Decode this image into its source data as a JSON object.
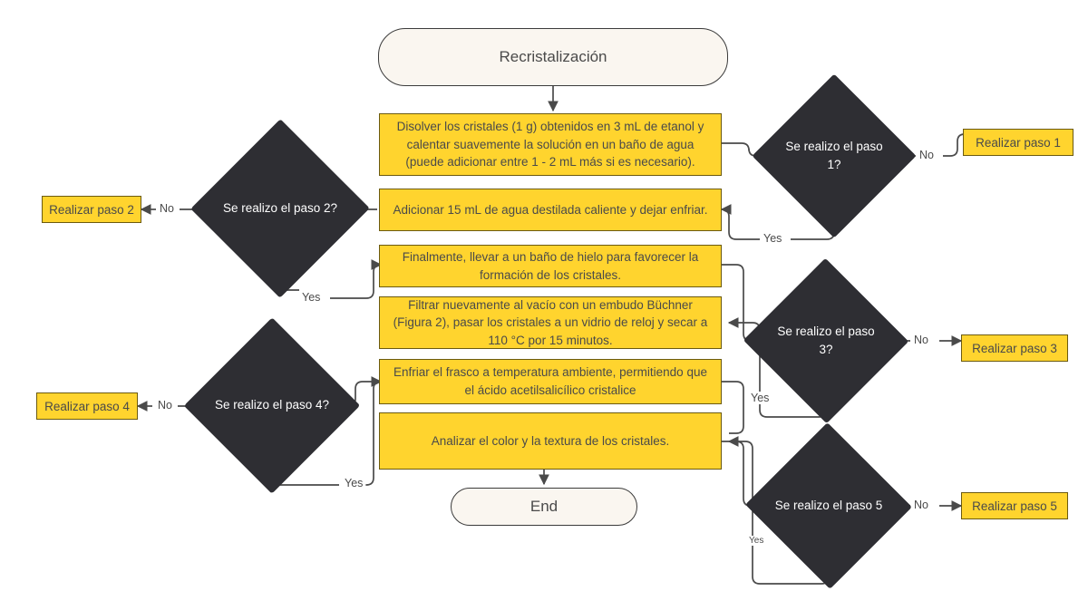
{
  "diagram": {
    "title_node": {
      "label": "Recristalización"
    },
    "end_node": {
      "label": "End"
    },
    "colors": {
      "process_fill": "#ffd42e",
      "process_border": "#6b5a10",
      "decision_fill": "#2e2e33",
      "terminal_fill": "#faf6f0",
      "terminal_border": "#3b3b3b",
      "text": "#4a4a4a",
      "edge": "#4a4a4a",
      "background": "#ffffff"
    },
    "process_steps": [
      {
        "id": "p1",
        "label": "Disolver los cristales (1 g) obtenidos en 3 mL de etanol y calentar suavemente la solución en un baño de agua (puede adicionar entre 1 - 2 mL más si es necesario)."
      },
      {
        "id": "p2",
        "label": "Adicionar 15 mL de agua destilada caliente y dejar enfriar."
      },
      {
        "id": "p3",
        "label": "Finalmente, llevar a un baño de hielo para favorecer la formación de los cristales."
      },
      {
        "id": "p4",
        "label": "Filtrar nuevamente al vacío con un embudo Büchner (Figura 2), pasar los cristales a un vidrio de reloj y secar a 110 °C por 15 minutos."
      },
      {
        "id": "p5",
        "label": "Enfriar el frasco a temperatura ambiente, permitiendo que el ácido acetilsalicílico cristalice"
      },
      {
        "id": "p6",
        "label": "Analizar el color y la textura de los cristales."
      }
    ],
    "decisions": [
      {
        "id": "d1",
        "label": "Se realizo el paso 1?"
      },
      {
        "id": "d2",
        "label": "Se realizo el paso 2?"
      },
      {
        "id": "d3",
        "label": "Se realizo el paso 3?"
      },
      {
        "id": "d4",
        "label": "Se realizo el paso 4?"
      },
      {
        "id": "d5",
        "label": "Se realizo el paso 5"
      }
    ],
    "actions": [
      {
        "id": "a1",
        "label": "Realizar paso 1"
      },
      {
        "id": "a2",
        "label": "Realizar paso 2"
      },
      {
        "id": "a3",
        "label": "Realizar paso 3"
      },
      {
        "id": "a4",
        "label": "Realizar paso 4"
      },
      {
        "id": "a5",
        "label": "Realizar paso 5"
      }
    ],
    "edge_labels": {
      "no1": "No",
      "yes1": "Yes",
      "no2": "No",
      "yes2": "Yes",
      "no3": "No",
      "yes3": "Yes",
      "no4": "No",
      "yes4": "Yes",
      "no5": "No",
      "yes5": "Yes"
    }
  }
}
